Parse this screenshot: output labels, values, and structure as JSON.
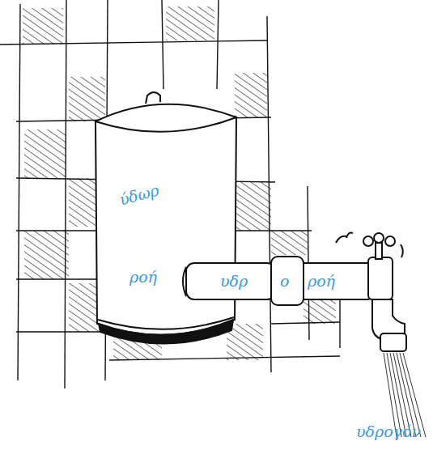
{
  "diagram": {
    "labels": [
      "ύδωρ",
      "ροή",
      "υδρ",
      "ο",
      "ροή",
      "υδρογόν"
    ]
  }
}
